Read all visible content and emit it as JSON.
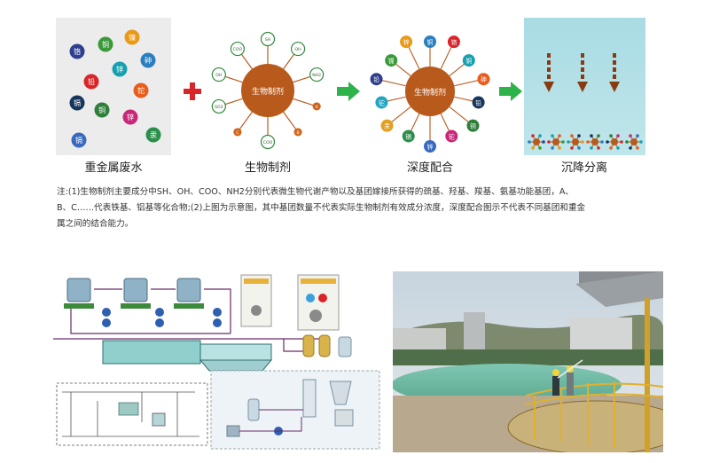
{
  "panels": {
    "heavy_metal": {
      "caption": "重金属废水",
      "ions": [
        "铬",
        "铜",
        "镍",
        "砷",
        "铅",
        "锌",
        "铊",
        "镉",
        "铜",
        "锌",
        "镉",
        "汞"
      ]
    },
    "bio_agent": {
      "caption": "生物制剂",
      "center": "生物制剂",
      "groups": [
        "SH",
        "OH",
        "NH2",
        "A",
        "B",
        "COO",
        "C",
        "SO3",
        "OH",
        "COO"
      ]
    },
    "deep_complex": {
      "caption": "深度配合",
      "center": "生物制剂",
      "ions": [
        "铜",
        "铬",
        "铜",
        "砷",
        "铅",
        "铜",
        "铊",
        "锌",
        "镉",
        "汞",
        "铊",
        "铅",
        "镍",
        "锌"
      ]
    },
    "settling": {
      "caption": "沉降分离"
    }
  },
  "note": {
    "line1": "注:(1)生物制剂主要成分中SH、OH、COO、NH2分别代表微生物代谢产物以及基团嫁接所获得的巯基、羟基、羧基、氨基功能基团，A、",
    "line2": "B、C……代表铁基、铝基等化合物;(2)上图为示意图，其中基团数量不代表实际生物制剂有效成分浓度，深度配合图示不代表不同基团和重金",
    "line3": "属之间的结合能力。"
  },
  "colors": {
    "sphere": "#b85a1c",
    "arrow_green": "#2eb24a",
    "plus_red": "#d9252a",
    "water": "#a9dbe4"
  }
}
